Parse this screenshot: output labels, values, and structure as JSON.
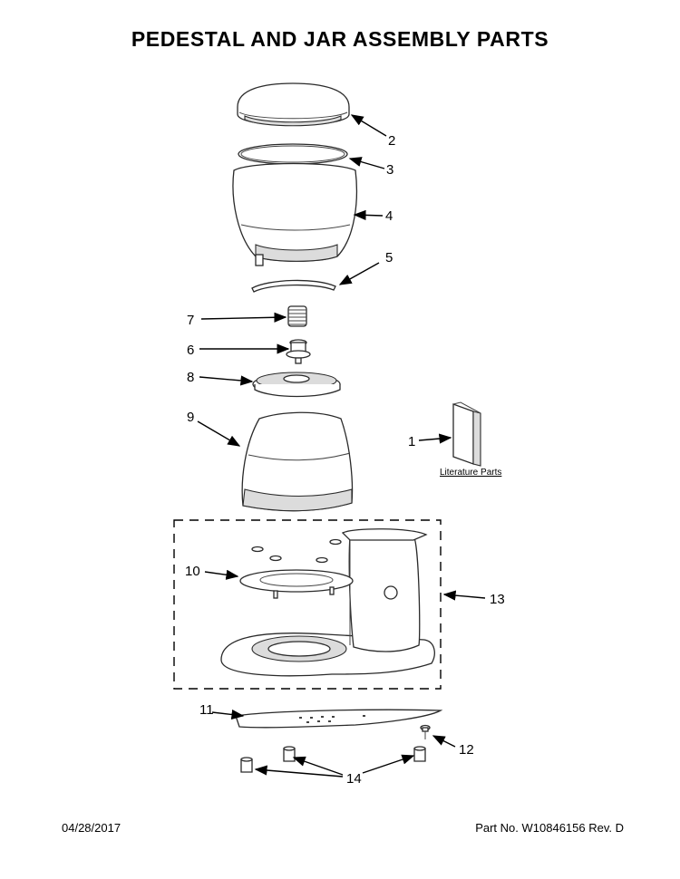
{
  "title": "PEDESTAL AND JAR ASSEMBLY PARTS",
  "footer": {
    "date": "04/28/2017",
    "part_number": "Part No.  W10846156  Rev. D"
  },
  "literature_label": "Literature Parts",
  "callouts": [
    "1",
    "2",
    "3",
    "4",
    "5",
    "6",
    "7",
    "8",
    "9",
    "10",
    "11",
    "12",
    "13",
    "14"
  ]
}
